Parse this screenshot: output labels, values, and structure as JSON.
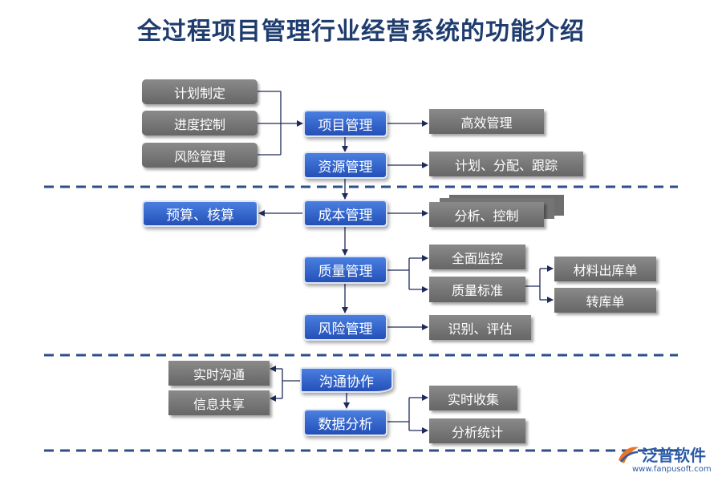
{
  "title": "全过程项目管理行业经营系统的功能介绍",
  "nodes": {
    "plan_make": "计划制定",
    "progress_control": "进度控制",
    "risk_mgmt_left": "风险管理",
    "project_mgmt": "项目管理",
    "efficient_mgmt": "高效管理",
    "resource_mgmt": "资源管理",
    "plan_alloc_track": "计划、分配、跟踪",
    "cost_mgmt": "成本管理",
    "budget_accounting": "预算、核算",
    "analysis_control": "分析、控制",
    "quality_mgmt": "质量管理",
    "full_monitoring": "全面监控",
    "quality_standard": "质量标准",
    "material_out_doc": "材料出库单",
    "transfer_doc": "转库单",
    "risk_mgmt": "风险管理",
    "identify_assess": "识别、评估",
    "comm_collab": "沟通协作",
    "realtime_comm": "实时沟通",
    "info_share": "信息共享",
    "data_analysis": "数据分析",
    "realtime_collect": "实时收集",
    "analysis_stats": "分析统计"
  },
  "logo": {
    "name": "泛普软件",
    "url": "www.fanpusoft.com"
  },
  "colors": {
    "title": "#1f3c6e",
    "blue_box": "#2f5fc8",
    "gray_box": "#777777",
    "divider": "#2b4f86",
    "arrow": "#1f2a5a"
  }
}
